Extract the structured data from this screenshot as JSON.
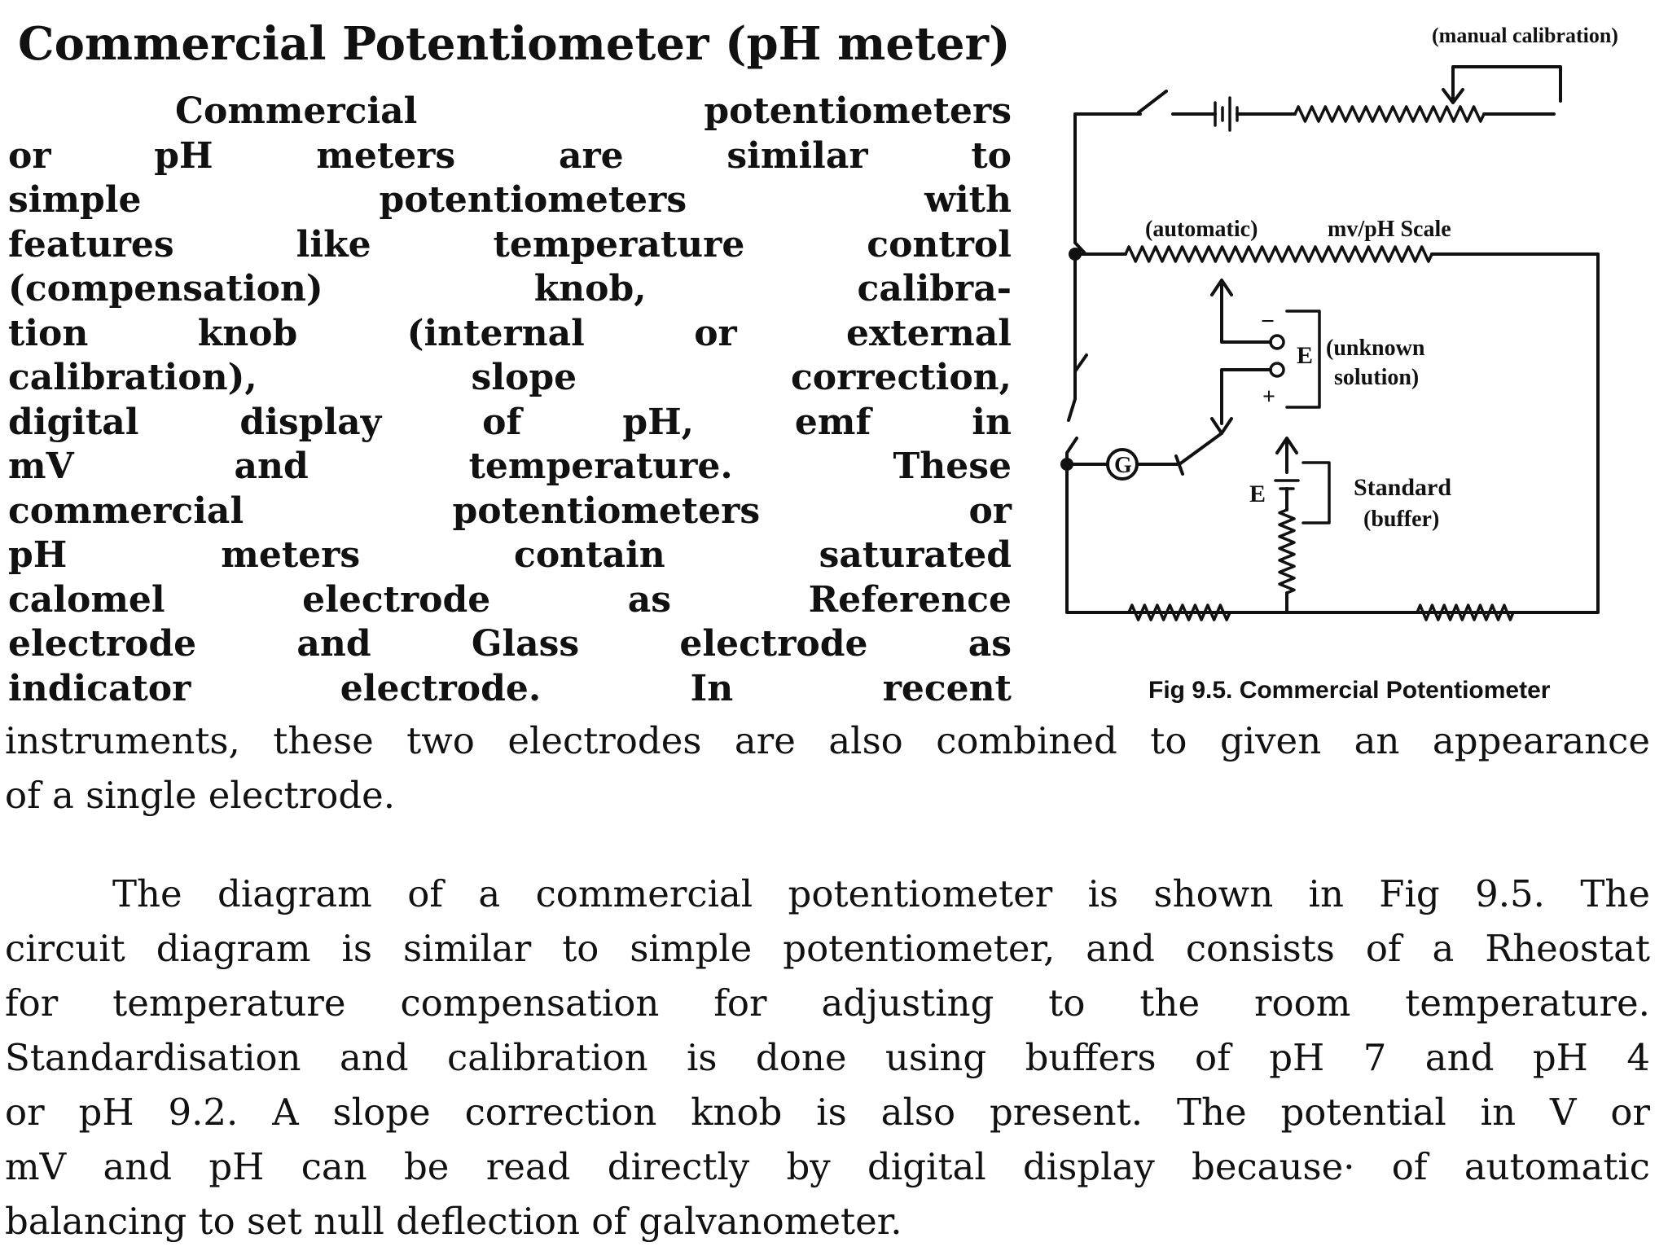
{
  "heading": "Commercial Potentiometer (pH meter)",
  "paragraph1_column_lines": [
    "Commercial potentiometers",
    "or pH meters are similar to",
    "simple potentiometers with",
    "features like temperature control",
    "(compensation) knob, calibra-",
    "tion knob (internal or external",
    "calibration), slope correction,",
    "digital display of pH, emf in",
    "mV and temperature. These",
    "commercial potentiometers or",
    "pH meters contain saturated",
    "calomel electrode as Reference",
    "electrode and Glass electrode as",
    "indicator electrode. In recent"
  ],
  "paragraph1_full_lines": [
    "instruments, these two electrodes are also combined to given an appearance",
    "of a single electrode."
  ],
  "paragraph2_lines": [
    "The diagram of a commercial potentiometer is shown in Fig 9.5. The",
    "circuit diagram is similar to simple potentiometer, and consists of a Rheostat",
    "for temperature compensation for adjusting to the room temperature.",
    "Standardisation and calibration is done using buffers of pH 7 and pH 4",
    "or pH 9.2. A slope correction knob is also present. The potential in V or",
    "mV and pH can be read directly by digital display because· of automatic",
    "balancing to set null deflection of galvanometer."
  ],
  "figure": {
    "caption": "Fig 9.5. Commercial Potentiometer",
    "labels": {
      "manual_calibration": "(manual calibration)",
      "automatic": "(automatic)",
      "scale": "mv/pH Scale",
      "unknown_line1": "(unknown",
      "unknown_line2": "solution)",
      "emf_unknown": "E",
      "minus": "−",
      "plus": "+",
      "galvanometer": "G",
      "emf_standard": "E",
      "standard_line1": "Standard",
      "standard_line2": "(buffer)"
    }
  }
}
